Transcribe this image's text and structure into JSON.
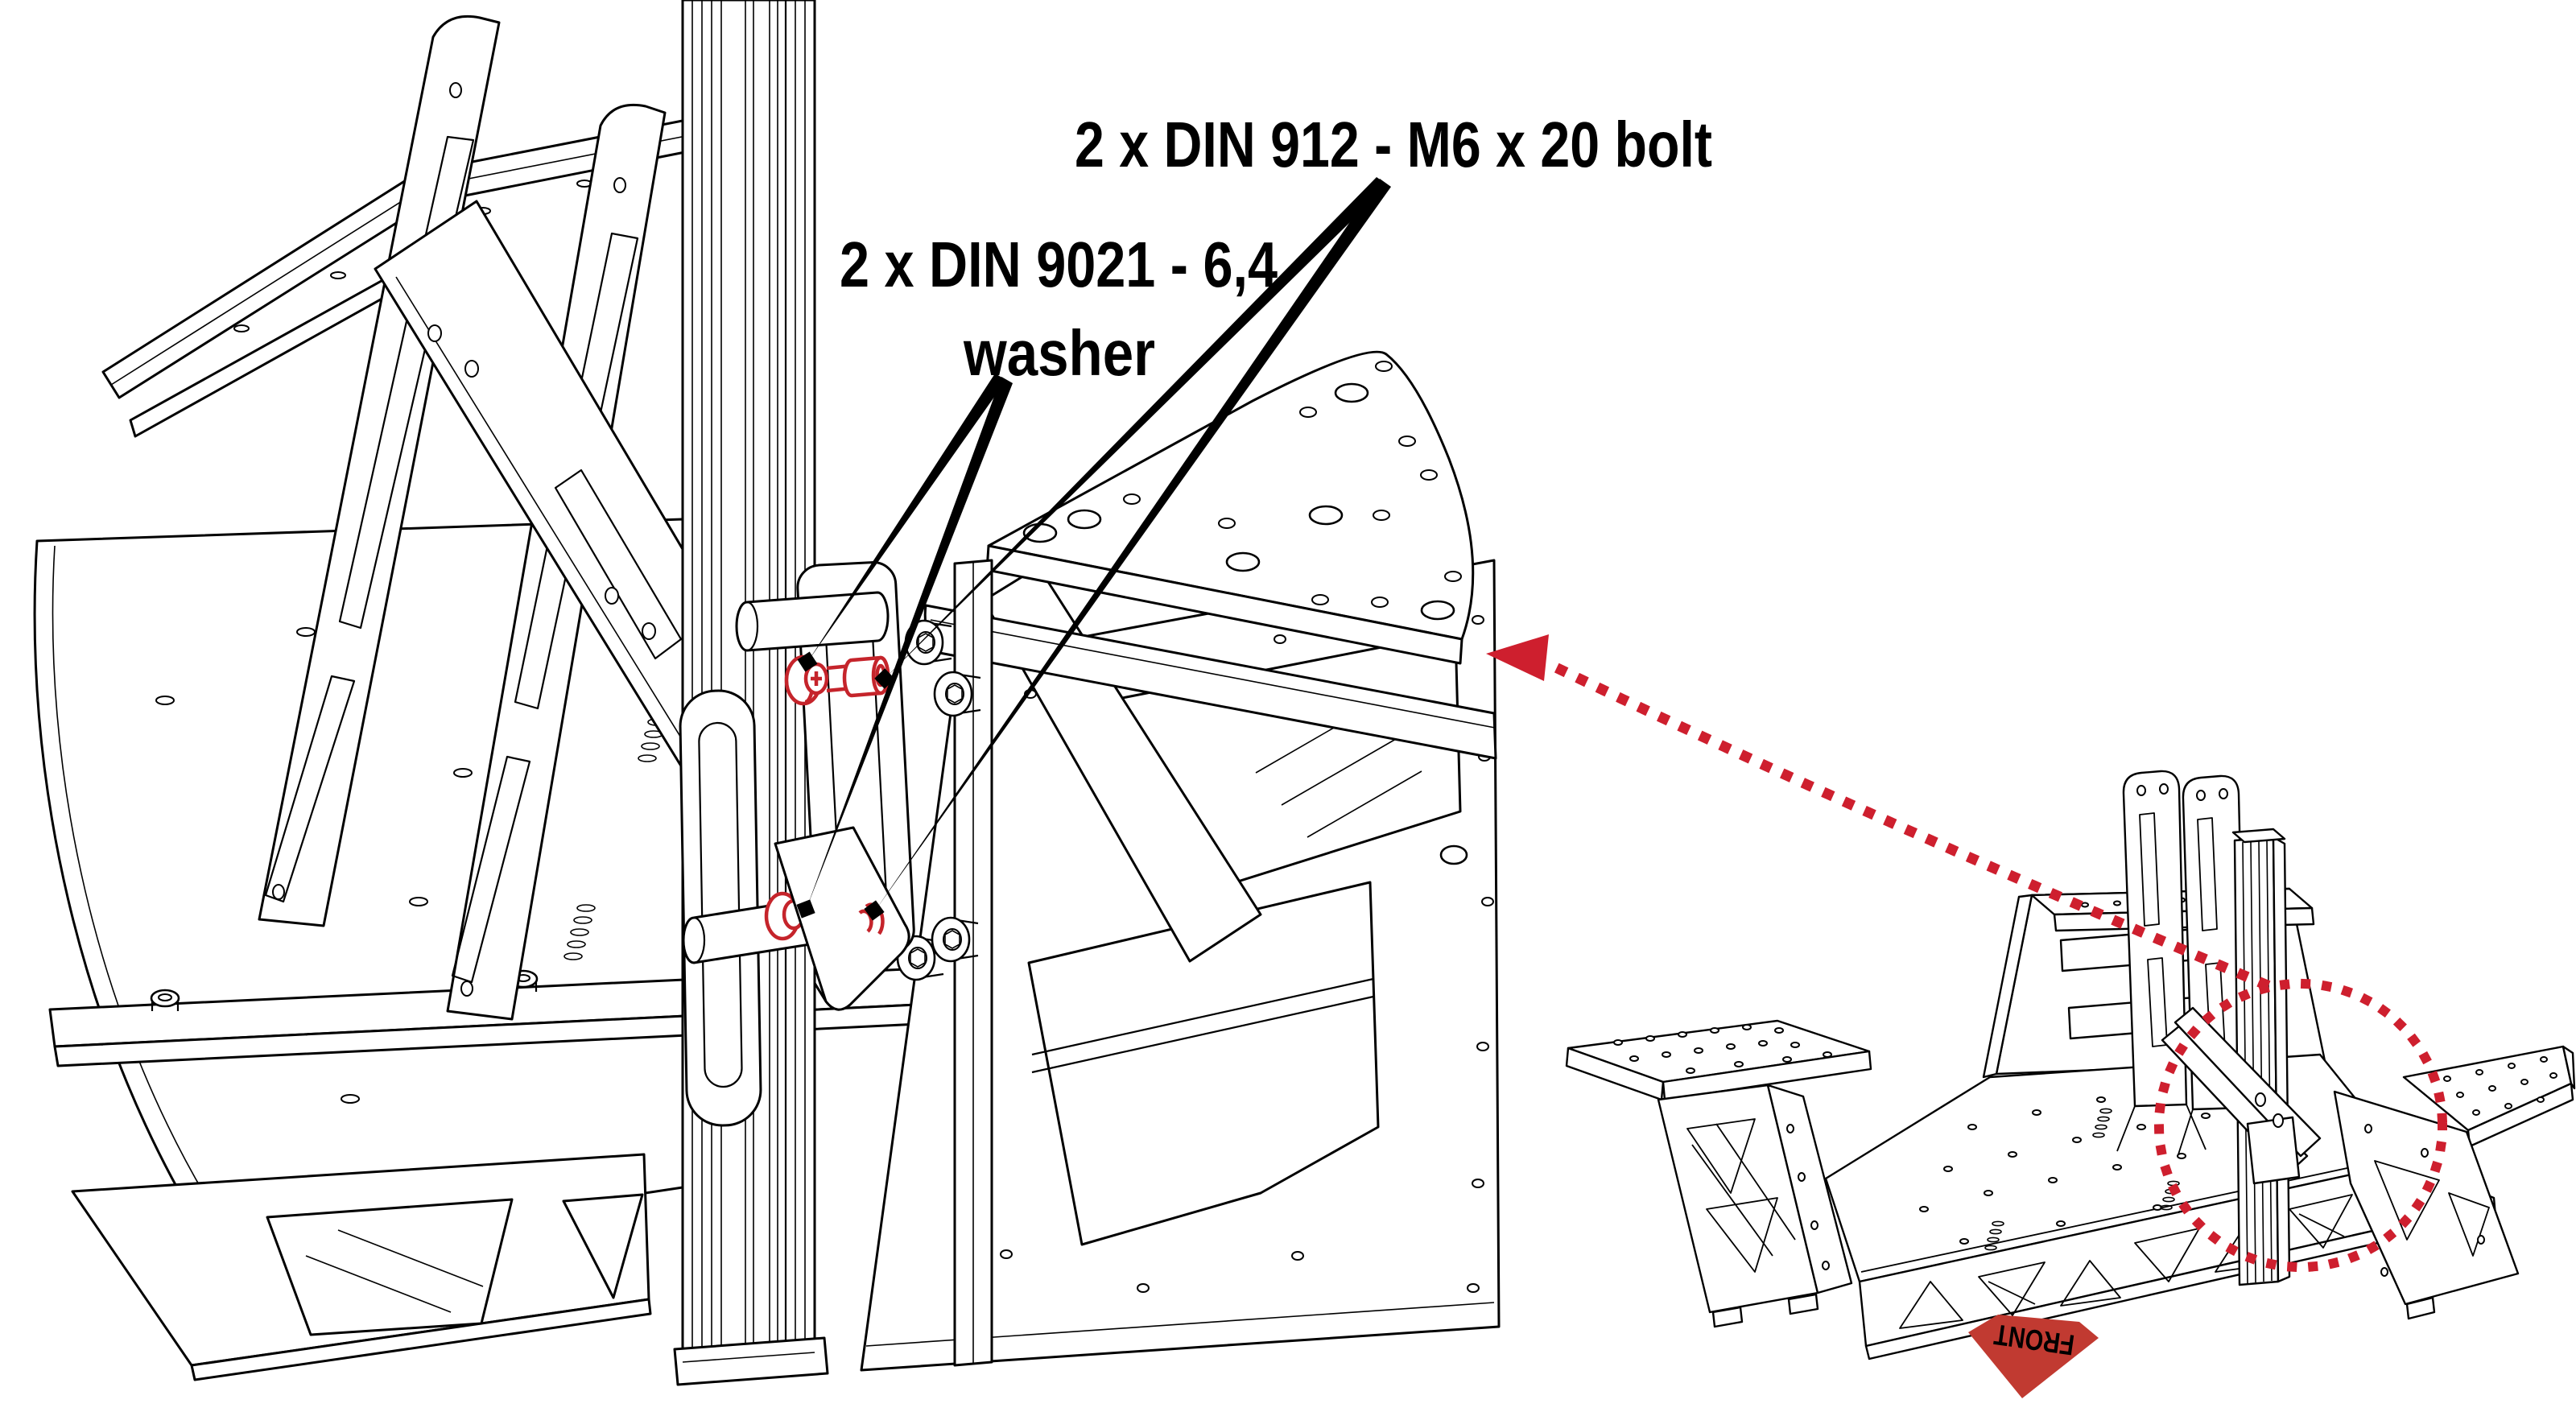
{
  "document": {
    "type": "assembly-instruction-figure",
    "background": "#ffffff",
    "line_color": "#000000"
  },
  "detail_view": {
    "description": "enlarged rear-bracket mounting detail of aluminium frame",
    "labels": {
      "bolt": {
        "text": "2 x DIN 912 - M6 x 20 bolt"
      },
      "washer": {
        "line1": "2 x DIN 9021 - 6,4",
        "line2": "washer"
      }
    },
    "highlighted_hardware": [
      "din912-bolt-with-washer-upper",
      "din912-bolt-with-washer-lower"
    ]
  },
  "overview": {
    "description": "full frame overview with zoom callout",
    "front_indicator": {
      "text": "FRONT"
    }
  },
  "colors": {
    "background": "#ffffff",
    "line": "#000000",
    "highlight_red": "#c5242b",
    "dotted_red": "#ce1f2e",
    "front_arrow_red": "#c13a31",
    "front_text": "#ffffff"
  }
}
